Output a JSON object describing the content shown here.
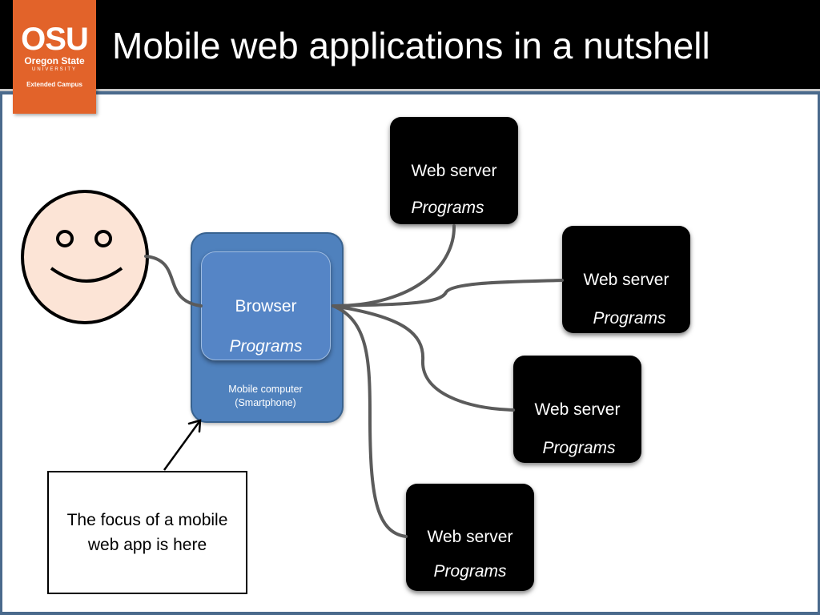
{
  "header": {
    "title": "Mobile web applications in a nutshell",
    "logo": {
      "brand": "OSU",
      "line1": "Oregon State",
      "line2": "UNIVERSITY",
      "line3": "Extended Campus"
    }
  },
  "diagram": {
    "browser": {
      "label": "Browser",
      "programs": "Programs"
    },
    "mobile_computer": {
      "line1": "Mobile computer",
      "line2": "(Smartphone)"
    },
    "servers": [
      {
        "label": "Web server",
        "programs": "Programs"
      },
      {
        "label": "Web server",
        "programs": "Programs"
      },
      {
        "label": "Web server",
        "programs": "Programs"
      },
      {
        "label": "Web server",
        "programs": "Programs"
      }
    ],
    "callout": "The focus of a mobile web app is here"
  },
  "colors": {
    "header_bg": "#000000",
    "logo_orange": "#e2632a",
    "mobile_blue": "#4f81bd",
    "browser_blue": "#5585c6",
    "face_fill": "#fce4d6",
    "connector_gray": "#5b5b5b"
  }
}
